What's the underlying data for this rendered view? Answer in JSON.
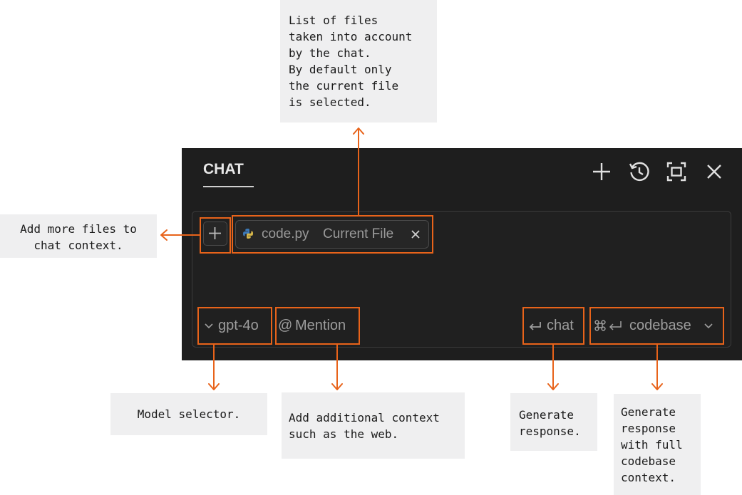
{
  "panel": {
    "title": "CHAT",
    "header_icons": [
      "plus-icon",
      "history-icon",
      "maximize-icon",
      "close-icon"
    ]
  },
  "context": {
    "file_name": "code.py",
    "file_label": "Current File",
    "file_icon": "python-icon"
  },
  "toolbar": {
    "model": "gpt-4o",
    "mention_symbol": "@",
    "mention_label": "Mention",
    "chat_label": "chat",
    "codebase_label": "codebase"
  },
  "annotations": {
    "files_list": "List of files\ntaken into account\nby the chat.\nBy default only\nthe current file\nis selected.",
    "add_files": "Add more files to\nchat context.",
    "model_selector": "Model selector.",
    "mention": "Add additional context\nsuch as the web.",
    "generate": "Generate\nresponse.",
    "codebase": "Generate\nresponse\nwith full\ncodebase\ncontext."
  },
  "colors": {
    "accent": "#e8631a",
    "panel_bg": "#1e1e1e",
    "note_bg": "#efeff0"
  }
}
